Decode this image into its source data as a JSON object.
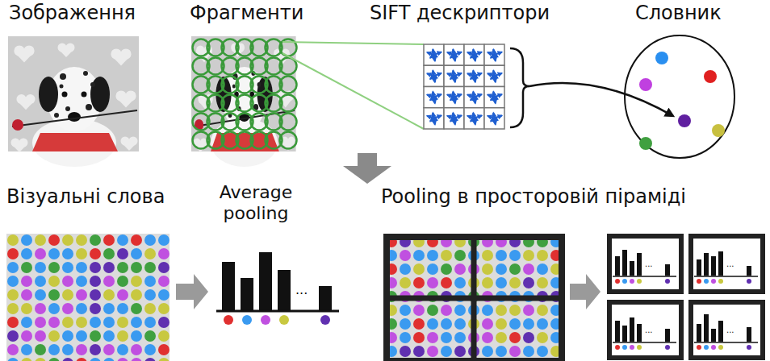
{
  "diagram": {
    "labels": [
      "Зображення",
      "Фрагменти",
      "SIFT дескриптори",
      "Словник",
      "Візуальні слова",
      "Average pooling",
      "...",
      "Pooling в просторовій піраміді",
      "...",
      "...",
      "...",
      "..."
    ]
  }
}
